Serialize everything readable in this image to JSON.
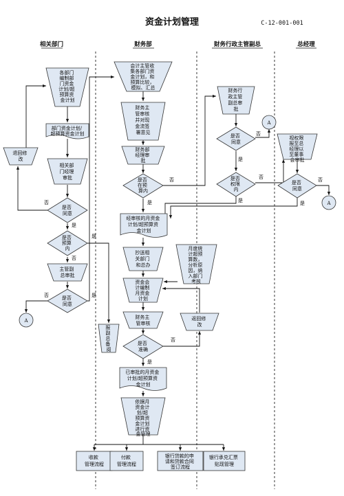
{
  "title": "资金计划管理",
  "code": "C-12-001-001",
  "lanes": [
    "相关部门",
    "财务部",
    "财务行政主管副总",
    "总经理"
  ],
  "connector_label": "A",
  "answers": {
    "yes": "是",
    "no": "否"
  },
  "nodes": {
    "dept_prepare": [
      "各部门",
      "编制部",
      "门资金",
      "计划/超",
      "预算资",
      "金计划"
    ],
    "dept_submit": [
      "部门资金计划/",
      "超预算资金计划"
    ],
    "dept_return": [
      "退回修",
      "改"
    ],
    "dept_manager": [
      "相关部",
      "门经理",
      "审批"
    ],
    "dept_agree1": [
      "是否",
      "同意"
    ],
    "dept_over": [
      "是否",
      "预算",
      "内"
    ],
    "dept_vp": [
      "主管副",
      "总审批"
    ],
    "dept_agree2": [
      "是否",
      "同意"
    ],
    "fin_collect": [
      "会计主管收",
      "集各部门资",
      "金计划，和",
      "预算比较，",
      "模拟、汇总"
    ],
    "fin_review": [
      "财务主",
      "管审核",
      "并对现",
      "金流签",
      "署意见"
    ],
    "fin_mgr": [
      "财务部",
      "经理审",
      "批"
    ],
    "fin_in_budget": [
      "是否",
      "在预",
      "算内"
    ],
    "fin_approved_plan": [
      "经审核的月资金",
      "计划/超预算资",
      "金计划"
    ],
    "fin_copy": [
      "抄送相",
      "关部门",
      "和总办"
    ],
    "fin_monthly": [
      "资金会",
      "计编制",
      "月资金",
      "计划"
    ],
    "fin_stat": [
      "月度统",
      "计超预",
      "算数，",
      "分析原",
      "因，纳",
      "入部门",
      "考核"
    ],
    "fin_chief": [
      "财务主",
      "管审核"
    ],
    "fin_return": [
      "返回修",
      "改"
    ],
    "fin_accurate": [
      "是否",
      "准确"
    ],
    "fin_final": [
      "已审批的月资金",
      "计划/超预算资",
      "金计划"
    ],
    "fin_exec": [
      "依据月",
      "资金计",
      "划/超",
      "预算资",
      "金计划",
      "进行资",
      "金管理"
    ],
    "fin_vp_copy": [
      "报",
      "副",
      "总",
      "备",
      "阅"
    ],
    "vp_review": [
      "财务行",
      "政主管",
      "副总审",
      "批"
    ],
    "vp_agree": [
      "是否",
      "同意"
    ],
    "vp_authority": [
      "是否",
      "权限",
      "内"
    ],
    "gm_review": [
      "视权限",
      "报至总",
      "经理以",
      "至董事",
      "会审批"
    ],
    "gm_agree": [
      "是否",
      "同意"
    ],
    "bottom1": [
      "收款",
      "管理流程"
    ],
    "bottom2": [
      "付款",
      "管理流程"
    ],
    "bottom3": [
      "银行贷款的申",
      "请和贷款合同",
      "签订流程"
    ],
    "bottom4": [
      "银行承兑汇票",
      "贴现管理"
    ]
  }
}
